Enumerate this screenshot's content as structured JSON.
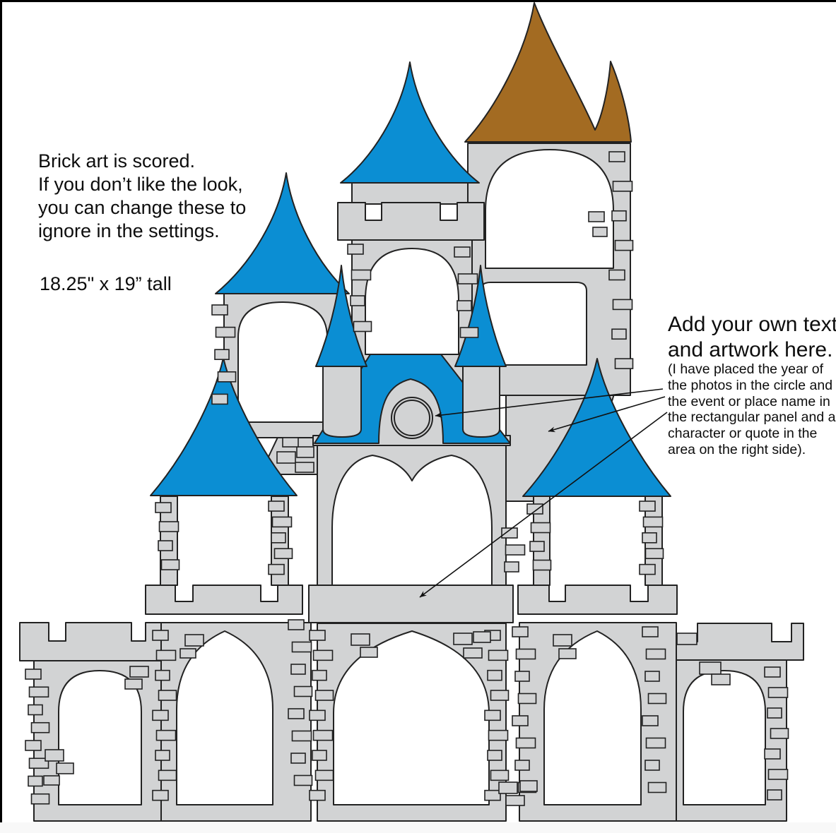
{
  "colors": {
    "castle_gray": "#d2d3d4",
    "roof_blue": "#0b8ed3",
    "roof_brown": "#a36b22",
    "outline": "#222222",
    "frame_border": "#000000",
    "footer_strip": "#f8f8f8",
    "window_white": "#ffffff",
    "text_color": "#0d0d0d"
  },
  "notes": {
    "brick_note_lines": [
      "Brick art is scored.",
      "If you don’t like the look,",
      "you can change these to",
      "ignore in the settings."
    ],
    "dimension_label": "18.25\" x 19” tall",
    "artwork_heading_lines": [
      "Add your own text",
      "and artwork here."
    ],
    "artwork_detail_lines": [
      "(I have placed the year of",
      "the photos in the circle and",
      "the event or place name in",
      "the rectangular panel and a",
      "character or quote in the",
      "area on the right side)."
    ]
  }
}
